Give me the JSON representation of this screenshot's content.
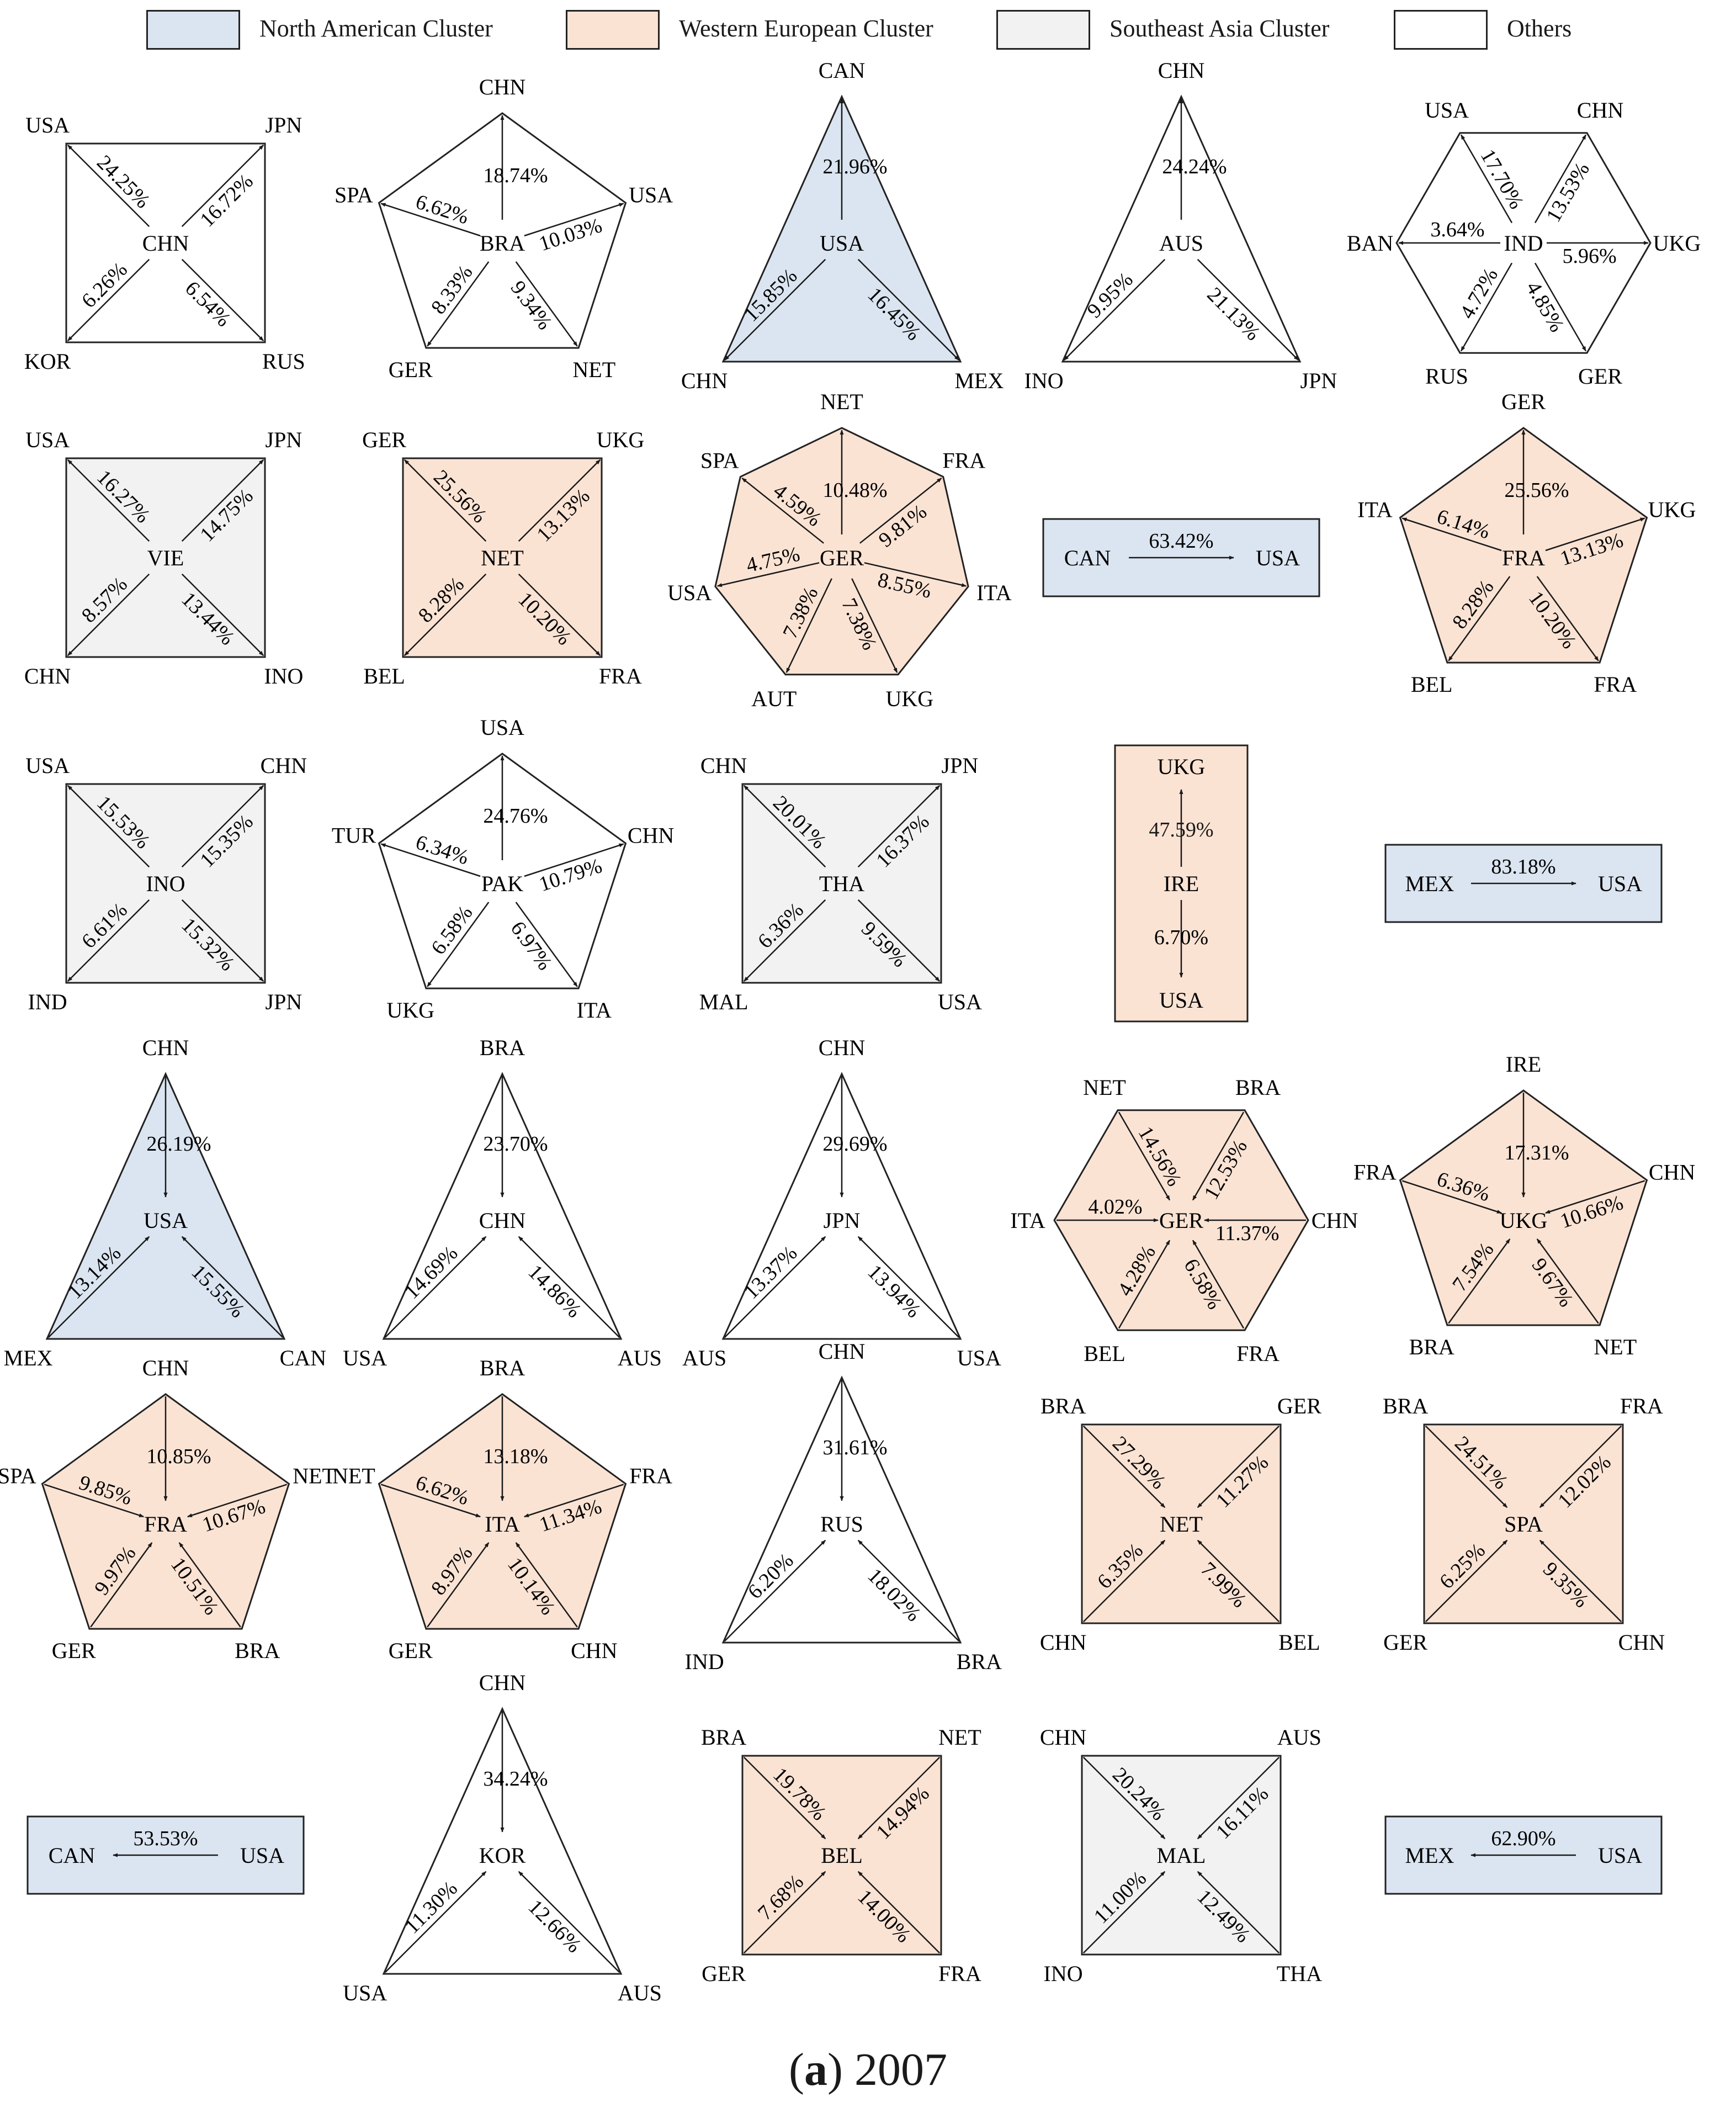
{
  "legend": [
    {
      "label": "North American Cluster",
      "color": "#dbe5f1"
    },
    {
      "label": "Western European Cluster",
      "color": "#fbe3d4"
    },
    {
      "label": "Southeast Asia  Cluster",
      "color": "#f2f2f2"
    },
    {
      "label": "Others",
      "color": "#ffffff"
    }
  ],
  "caption": {
    "prefix": "(",
    "letter": "a",
    "suffix": ") 2007"
  },
  "diagrams": [
    {
      "id": "chn-out",
      "shape": "square",
      "cluster": "Others",
      "center": "CHN",
      "dir": "out",
      "nodes": [
        {
          "n": "USA",
          "p": "24.25%"
        },
        {
          "n": "JPN",
          "p": "16.72%"
        },
        {
          "n": "RUS",
          "p": "6.54%"
        },
        {
          "n": "KOR",
          "p": "6.26%"
        }
      ]
    },
    {
      "id": "bra-out",
      "shape": "pentagon",
      "cluster": "Others",
      "center": "BRA",
      "dir": "out",
      "nodes": [
        {
          "n": "CHN",
          "p": "18.74%"
        },
        {
          "n": "USA",
          "p": "10.03%"
        },
        {
          "n": "NET",
          "p": "9.34%"
        },
        {
          "n": "GER",
          "p": "8.33%"
        },
        {
          "n": "SPA",
          "p": "6.62%"
        }
      ]
    },
    {
      "id": "usa-out",
      "shape": "triangle",
      "cluster": "North American Cluster",
      "center": "USA",
      "dir": "out",
      "nodes": [
        {
          "n": "CAN",
          "p": "21.96%"
        },
        {
          "n": "MEX",
          "p": "16.45%"
        },
        {
          "n": "CHN",
          "p": "15.85%"
        }
      ]
    },
    {
      "id": "aus-out",
      "shape": "triangle",
      "cluster": "Others",
      "center": "AUS",
      "dir": "out",
      "nodes": [
        {
          "n": "CHN",
          "p": "24.24%"
        },
        {
          "n": "JPN",
          "p": "21.13%"
        },
        {
          "n": "INO",
          "p": "9.95%"
        }
      ]
    },
    {
      "id": "ind-out",
      "shape": "hexagon",
      "cluster": "Others",
      "center": "IND",
      "dir": "out",
      "nodes": [
        {
          "n": "CHN",
          "p": "13.53%"
        },
        {
          "n": "UKG",
          "p": "5.96%"
        },
        {
          "n": "GER",
          "p": "4.85%"
        },
        {
          "n": "RUS",
          "p": "4.72%"
        },
        {
          "n": "BAN",
          "p": "3.64%"
        },
        {
          "n": "USA",
          "p": "17.70%"
        }
      ]
    },
    {
      "id": "vie-out",
      "shape": "square",
      "cluster": "Southeast Asia  Cluster",
      "center": "VIE",
      "dir": "out",
      "nodes": [
        {
          "n": "USA",
          "p": "16.27%"
        },
        {
          "n": "JPN",
          "p": "14.75%"
        },
        {
          "n": "INO",
          "p": "13.44%"
        },
        {
          "n": "CHN",
          "p": "8.57%"
        }
      ]
    },
    {
      "id": "net-out",
      "shape": "square",
      "cluster": "Western European Cluster",
      "center": "NET",
      "dir": "out",
      "nodes": [
        {
          "n": "GER",
          "p": "25.56%"
        },
        {
          "n": "UKG",
          "p": "13.13%"
        },
        {
          "n": "FRA",
          "p": "10.20%"
        },
        {
          "n": "BEL",
          "p": "8.28%"
        }
      ]
    },
    {
      "id": "ger-out",
      "shape": "heptagon",
      "cluster": "Western European Cluster",
      "center": "GER",
      "dir": "out",
      "nodes": [
        {
          "n": "NET",
          "p": "10.48%"
        },
        {
          "n": "FRA",
          "p": "9.81%"
        },
        {
          "n": "ITA",
          "p": "8.55%"
        },
        {
          "n": "UKG",
          "p": "7.38%"
        },
        {
          "n": "AUT",
          "p": "7.38%"
        },
        {
          "n": "USA",
          "p": "4.75%"
        },
        {
          "n": "SPA",
          "p": "4.59%"
        }
      ]
    },
    {
      "id": "can-out",
      "shape": "rect",
      "cluster": "North American Cluster",
      "dir": "right",
      "nodes": [
        {
          "n": "CAN",
          "p": "63.42%"
        },
        {
          "n": "USA",
          "p": ""
        }
      ]
    },
    {
      "id": "fra-out",
      "shape": "pentagon",
      "cluster": "Western European Cluster",
      "center": "FRA",
      "dir": "out",
      "nodes": [
        {
          "n": "GER",
          "p": "25.56%"
        },
        {
          "n": "UKG",
          "p": "13.13%"
        },
        {
          "n": "FRA",
          "p": "10.20%"
        },
        {
          "n": "BEL",
          "p": "8.28%"
        },
        {
          "n": "ITA",
          "p": "6.14%"
        }
      ]
    },
    {
      "id": "ino-out",
      "shape": "square",
      "cluster": "Southeast Asia  Cluster",
      "center": "INO",
      "dir": "out",
      "nodes": [
        {
          "n": "USA",
          "p": "15.53%"
        },
        {
          "n": "CHN",
          "p": "15.35%"
        },
        {
          "n": "JPN",
          "p": "15.32%"
        },
        {
          "n": "IND",
          "p": "6.61%"
        }
      ]
    },
    {
      "id": "pak-out",
      "shape": "pentagon",
      "cluster": "Others",
      "center": "PAK",
      "dir": "out",
      "nodes": [
        {
          "n": "USA",
          "p": "24.76%"
        },
        {
          "n": "CHN",
          "p": "10.79%"
        },
        {
          "n": "ITA",
          "p": "6.97%"
        },
        {
          "n": "UKG",
          "p": "6.58%"
        },
        {
          "n": "TUR",
          "p": "6.34%"
        }
      ]
    },
    {
      "id": "tha-out",
      "shape": "square",
      "cluster": "Southeast Asia  Cluster",
      "center": "THA",
      "dir": "out",
      "nodes": [
        {
          "n": "CHN",
          "p": "20.01%"
        },
        {
          "n": "JPN",
          "p": "16.37%"
        },
        {
          "n": "USA",
          "p": "9.59%"
        },
        {
          "n": "MAL",
          "p": "6.36%"
        }
      ]
    },
    {
      "id": "ire-out",
      "shape": "vrect",
      "cluster": "Western European Cluster",
      "center": "IRE",
      "dir": "out",
      "nodes": [
        {
          "n": "UKG",
          "p": "47.59%"
        },
        {
          "n": "USA",
          "p": "6.70%"
        }
      ]
    },
    {
      "id": "mex-out",
      "shape": "rect",
      "cluster": "North American Cluster",
      "dir": "right",
      "nodes": [
        {
          "n": "MEX",
          "p": "83.18%"
        },
        {
          "n": "USA",
          "p": ""
        }
      ]
    },
    {
      "id": "usa-in",
      "shape": "triangle",
      "cluster": "North American Cluster",
      "center": "USA",
      "dir": "in",
      "nodes": [
        {
          "n": "CHN",
          "p": "26.19%"
        },
        {
          "n": "CAN",
          "p": "15.55%"
        },
        {
          "n": "MEX",
          "p": "13.14%"
        }
      ]
    },
    {
      "id": "chn-in",
      "shape": "triangle",
      "cluster": "Others",
      "center": "CHN",
      "dir": "in",
      "nodes": [
        {
          "n": "BRA",
          "p": "23.70%"
        },
        {
          "n": "AUS",
          "p": "14.86%"
        },
        {
          "n": "USA",
          "p": "14.69%"
        }
      ]
    },
    {
      "id": "jpn-in",
      "shape": "triangle",
      "cluster": "Others",
      "center": "JPN",
      "dir": "in",
      "nodes": [
        {
          "n": "CHN",
          "p": "29.69%"
        },
        {
          "n": "USA",
          "p": "13.94%"
        },
        {
          "n": "AUS",
          "p": "13.37%"
        }
      ]
    },
    {
      "id": "ger-in",
      "shape": "hexagon",
      "cluster": "Western European Cluster",
      "center": "GER",
      "dir": "in",
      "nodes": [
        {
          "n": "BRA",
          "p": "12.53%"
        },
        {
          "n": "CHN",
          "p": "11.37%"
        },
        {
          "n": "FRA",
          "p": "6.58%"
        },
        {
          "n": "BEL",
          "p": "4.28%"
        },
        {
          "n": "ITA",
          "p": "4.02%"
        },
        {
          "n": "NET",
          "p": "14.56%"
        }
      ]
    },
    {
      "id": "ukg-in",
      "shape": "pentagon",
      "cluster": "Western European Cluster",
      "center": "UKG",
      "dir": "in",
      "nodes": [
        {
          "n": "IRE",
          "p": "17.31%"
        },
        {
          "n": "CHN",
          "p": "10.66%"
        },
        {
          "n": "NET",
          "p": "9.67%"
        },
        {
          "n": "BRA",
          "p": "7.54%"
        },
        {
          "n": "FRA",
          "p": "6.36%"
        }
      ]
    },
    {
      "id": "fra-in",
      "shape": "pentagon",
      "cluster": "Western European Cluster",
      "center": "FRA",
      "dir": "in",
      "nodes": [
        {
          "n": "CHN",
          "p": "10.85%"
        },
        {
          "n": "NET",
          "p": "10.67%"
        },
        {
          "n": "BRA",
          "p": "10.51%"
        },
        {
          "n": "GER",
          "p": "9.97%"
        },
        {
          "n": "SPA",
          "p": "9.85%"
        }
      ]
    },
    {
      "id": "ita-in",
      "shape": "pentagon",
      "cluster": "Western European Cluster",
      "center": "ITA",
      "dir": "in",
      "nodes": [
        {
          "n": "BRA",
          "p": "13.18%"
        },
        {
          "n": "FRA",
          "p": "11.34%"
        },
        {
          "n": "CHN",
          "p": "10.14%"
        },
        {
          "n": "GER",
          "p": "8.97%"
        },
        {
          "n": "NET",
          "p": "6.62%"
        }
      ]
    },
    {
      "id": "rus-in",
      "shape": "triangle",
      "cluster": "Others",
      "center": "RUS",
      "dir": "in",
      "nodes": [
        {
          "n": "CHN",
          "p": "31.61%"
        },
        {
          "n": "BRA",
          "p": "18.02%"
        },
        {
          "n": "IND",
          "p": "6.20%"
        }
      ]
    },
    {
      "id": "net-in",
      "shape": "square",
      "cluster": "Western European Cluster",
      "center": "NET",
      "dir": "in",
      "nodes": [
        {
          "n": "BRA",
          "p": "27.29%"
        },
        {
          "n": "GER",
          "p": "11.27%"
        },
        {
          "n": "BEL",
          "p": "7.99%"
        },
        {
          "n": "CHN",
          "p": "6.35%"
        }
      ]
    },
    {
      "id": "spa-in",
      "shape": "square",
      "cluster": "Western European Cluster",
      "center": "SPA",
      "dir": "in",
      "nodes": [
        {
          "n": "BRA",
          "p": "24.51%"
        },
        {
          "n": "FRA",
          "p": "12.02%"
        },
        {
          "n": "CHN",
          "p": "9.35%"
        },
        {
          "n": "GER",
          "p": "6.25%"
        }
      ]
    },
    {
      "id": "can-in",
      "shape": "rect",
      "cluster": "North American Cluster",
      "dir": "left",
      "nodes": [
        {
          "n": "CAN",
          "p": "53.53%"
        },
        {
          "n": "USA",
          "p": ""
        }
      ]
    },
    {
      "id": "kor-in",
      "shape": "triangle",
      "cluster": "Others",
      "center": "KOR",
      "dir": "in",
      "nodes": [
        {
          "n": "CHN",
          "p": "34.24%"
        },
        {
          "n": "AUS",
          "p": "12.66%"
        },
        {
          "n": "USA",
          "p": "11.30%"
        }
      ]
    },
    {
      "id": "bel-in",
      "shape": "square",
      "cluster": "Western European Cluster",
      "center": "BEL",
      "dir": "in",
      "nodes": [
        {
          "n": "BRA",
          "p": "19.78%"
        },
        {
          "n": "NET",
          "p": "14.94%"
        },
        {
          "n": "FRA",
          "p": "14.00%"
        },
        {
          "n": "GER",
          "p": "7.68%"
        }
      ]
    },
    {
      "id": "mal-in",
      "shape": "square",
      "cluster": "Southeast Asia  Cluster",
      "center": "MAL",
      "dir": "in",
      "nodes": [
        {
          "n": "CHN",
          "p": "20.24%"
        },
        {
          "n": "AUS",
          "p": "16.11%"
        },
        {
          "n": "THA",
          "p": "12.49%"
        },
        {
          "n": "INO",
          "p": "11.00%"
        }
      ]
    },
    {
      "id": "mex-in",
      "shape": "rect",
      "cluster": "North American Cluster",
      "dir": "left",
      "nodes": [
        {
          "n": "MEX",
          "p": "62.90%"
        },
        {
          "n": "USA",
          "p": ""
        }
      ]
    }
  ]
}
